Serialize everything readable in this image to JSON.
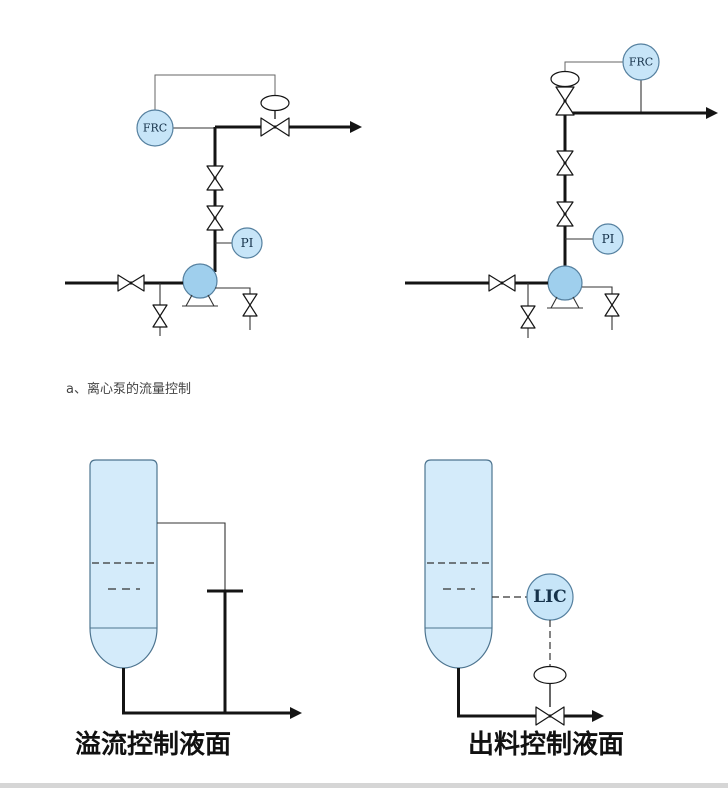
{
  "colors": {
    "instrument_fill": "#c7e5f8",
    "pump_fill": "#9fcfed",
    "vessel_fill": "#d4ebfa",
    "line": "#141414"
  },
  "top_section": {
    "caption": "a、离心泵的流量控制",
    "left_diagram": {
      "flow_controller_label": "FRC",
      "pressure_indicator_label": "PI"
    },
    "right_diagram": {
      "flow_controller_label": "FRC",
      "pressure_indicator_label": "PI"
    }
  },
  "bottom_section": {
    "left_diagram": {
      "caption": "溢流控制液面"
    },
    "right_diagram": {
      "caption": "出料控制液面",
      "level_controller_label": "LIC"
    }
  }
}
